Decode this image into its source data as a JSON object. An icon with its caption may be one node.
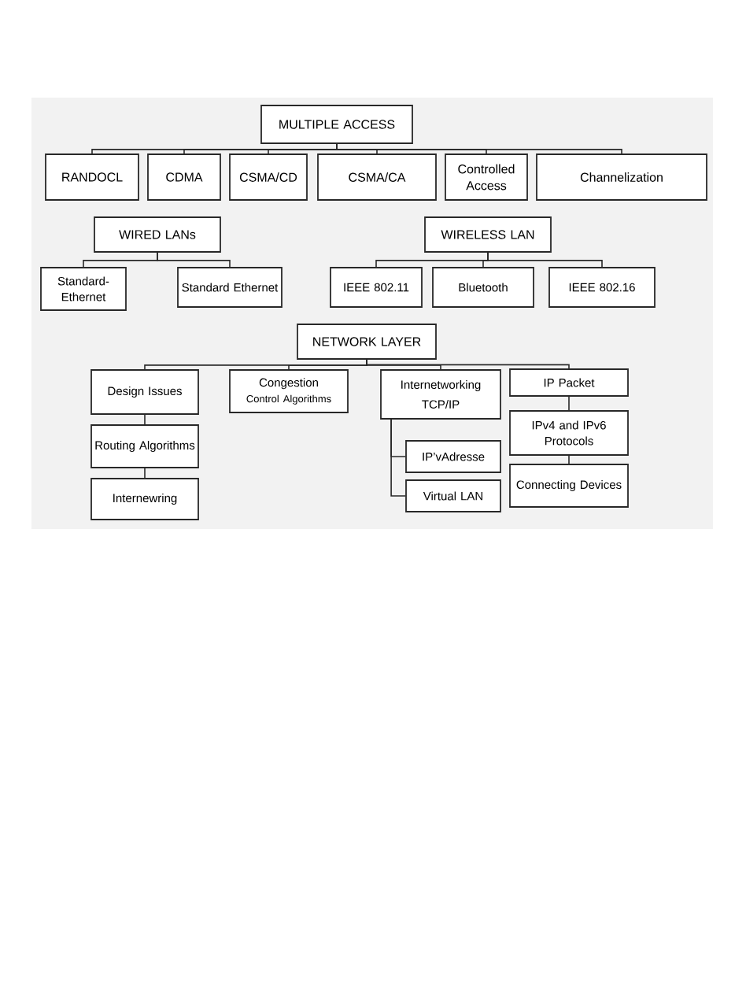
{
  "diagram": {
    "nodes": [
      {
        "text": [
          "MULTIPLE ACCESS"
        ]
      },
      {
        "text": [
          "RANDOCL"
        ]
      },
      {
        "text": [
          "CDMA"
        ]
      },
      {
        "text": [
          "CSMA/CD"
        ]
      },
      {
        "text": [
          "CSMA/CA"
        ]
      },
      {
        "text": [
          "Controlled Access"
        ]
      },
      {
        "text": [
          "Channelization"
        ]
      },
      {
        "text": [
          "WIRED LANs"
        ]
      },
      {
        "text": [
          "Standard-Ethernet"
        ]
      },
      {
        "text": [
          "Standard Ethernet"
        ]
      },
      {
        "text": [
          "WIRELESS LAN"
        ]
      },
      {
        "text": [
          "IEEE 802.11"
        ]
      },
      {
        "text": [
          "Bluetooth"
        ]
      },
      {
        "text": [
          "IEEE 802.16"
        ]
      },
      {
        "text": [
          "NETWORK LAYER"
        ]
      },
      {
        "text": [
          "Design Issues"
        ]
      },
      {
        "text": [
          "Congestion",
          "Control Algorithms"
        ]
      },
      {
        "text": [
          "Internetworking TCP/IP"
        ]
      },
      {
        "text": [
          "IP Packet"
        ]
      },
      {
        "text": [
          "Routing Algorithms"
        ]
      },
      {
        "text": [
          "Internewring"
        ]
      },
      {
        "text": [
          "IP’vAdresse"
        ]
      },
      {
        "text": [
          "Virtual LAN"
        ]
      },
      {
        "text": [
          "IPv4 and IPv6 Protocols"
        ]
      },
      {
        "text": [
          "Connecting Devices"
        ]
      }
    ],
    "edges": [
      {
        "from": 0,
        "to": 1,
        "arrow": "none"
      },
      {
        "from": 0,
        "to": 2,
        "arrow": "none"
      },
      {
        "from": 0,
        "to": 3,
        "arrow": "none"
      },
      {
        "from": 0,
        "to": 4,
        "arrow": "none"
      },
      {
        "from": 0,
        "to": 5,
        "arrow": "none"
      },
      {
        "from": 0,
        "to": 6,
        "arrow": "none"
      },
      {
        "from": 7,
        "to": 8,
        "arrow": "none"
      },
      {
        "from": 7,
        "to": 9,
        "arrow": "none"
      },
      {
        "from": 10,
        "to": 11,
        "arrow": "none"
      },
      {
        "from": 10,
        "to": 12,
        "arrow": "none"
      },
      {
        "from": 10,
        "to": 13,
        "arrow": "none"
      },
      {
        "from": 14,
        "to": 15,
        "arrow": "none"
      },
      {
        "from": 14,
        "to": 16,
        "arrow": "none"
      },
      {
        "from": 14,
        "to": 17,
        "arrow": "none"
      },
      {
        "from": 14,
        "to": 18,
        "arrow": "none"
      },
      {
        "from": 15,
        "to": 19,
        "arrow": "none"
      },
      {
        "from": 19,
        "to": 20,
        "arrow": "none"
      },
      {
        "from": 17,
        "to": 21,
        "arrow": "none"
      },
      {
        "from": 17,
        "to": 22,
        "arrow": "none"
      },
      {
        "from": 18,
        "to": 23,
        "arrow": "none"
      },
      {
        "from": 23,
        "to": 24,
        "arrow": "none"
      }
    ]
  }
}
